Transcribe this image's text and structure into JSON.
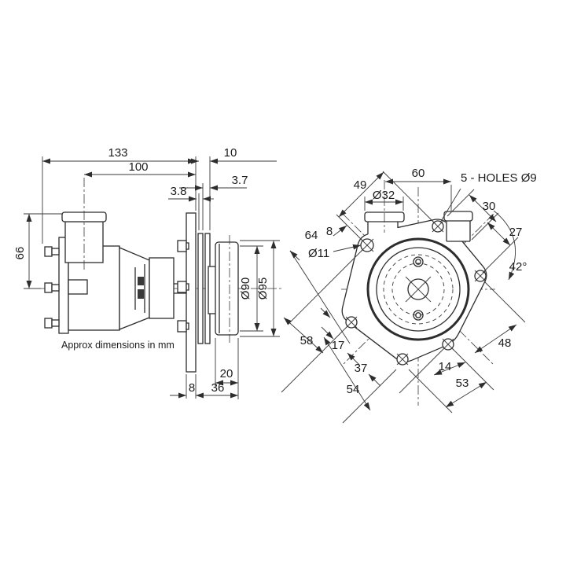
{
  "note": "Approx dimensions in mm",
  "side_view": {
    "overall_length": "133",
    "port_to_flange": "100",
    "hub_stack_width": "10",
    "gasket_front": "3.8",
    "gasket_rear": "3.7",
    "port_height": "66",
    "pulley_groove_dia": "Ø90",
    "pulley_outer_dia": "Ø95",
    "pulley_width": "20",
    "plate_thickness": "8",
    "flange_to_pulley": "36"
  },
  "front_view": {
    "dim_49": "49",
    "dim_60": "60",
    "holes_callout": "5 - HOLES Ø9",
    "inlet_dia": "Ø32",
    "dim_30": "30",
    "dim_27": "27",
    "angle_42": "42°",
    "dim_64": "64",
    "dim_8": "8",
    "hole_dia_11": "Ø11",
    "dim_58": "58",
    "dim_17": "17",
    "dim_37": "37",
    "dim_54": "54",
    "dim_14": "14",
    "dim_53": "53",
    "dim_48": "48"
  },
  "colors": {
    "line": "#2d2d2d",
    "background": "#ffffff"
  }
}
